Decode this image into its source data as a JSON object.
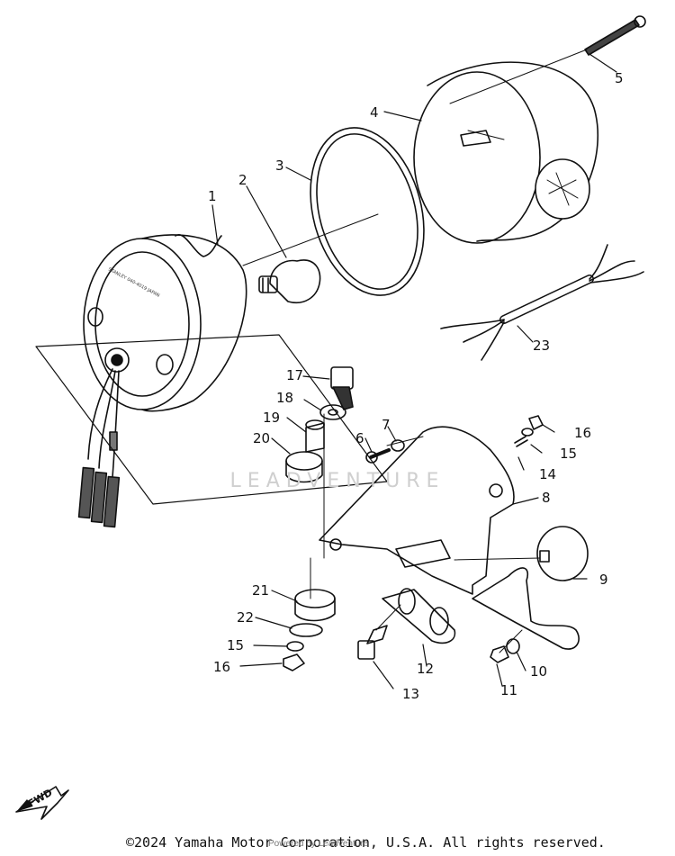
{
  "diagram": {
    "callouts": [
      "1",
      "2",
      "3",
      "4",
      "5",
      "6",
      "7",
      "8",
      "9",
      "10",
      "11",
      "12",
      "13",
      "14",
      "15",
      "16",
      "17",
      "18",
      "19",
      "20",
      "21",
      "22",
      "15",
      "16",
      "23"
    ],
    "stamp_text": "STANLEY 040-4019 JAPAN",
    "fwd_label": "FWD"
  },
  "watermark": "LEADVENTURE",
  "footer": {
    "copyright": "©2024 Yamaha Motor Corporation, U.S.A. All rights reserved.",
    "powered_by": "Powered by Leadventure"
  }
}
